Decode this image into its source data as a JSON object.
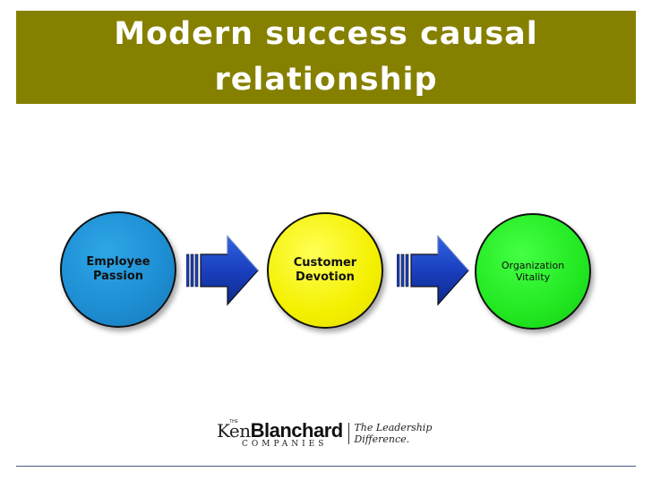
{
  "slide": {
    "title": "Modern success causal relationship"
  },
  "diagram": {
    "nodes": [
      {
        "id": "employee-passion",
        "line1": "Employee",
        "line2": "Passion",
        "color": "#1e8fd4"
      },
      {
        "id": "customer-devotion",
        "line1": "Customer",
        "line2": "Devotion",
        "color": "#f4f000"
      },
      {
        "id": "organization-vitality",
        "line1": "Organization",
        "line2": "Vitality",
        "color": "#22e822"
      }
    ],
    "arrow_color": "#1a3fbf"
  },
  "logo": {
    "the": "THE",
    "ken": "Ken",
    "blanchard": "Blanchard",
    "companies": "COMPANIES",
    "tagline": "The Leadership Difference."
  },
  "colors": {
    "title_bar": "#868000"
  }
}
